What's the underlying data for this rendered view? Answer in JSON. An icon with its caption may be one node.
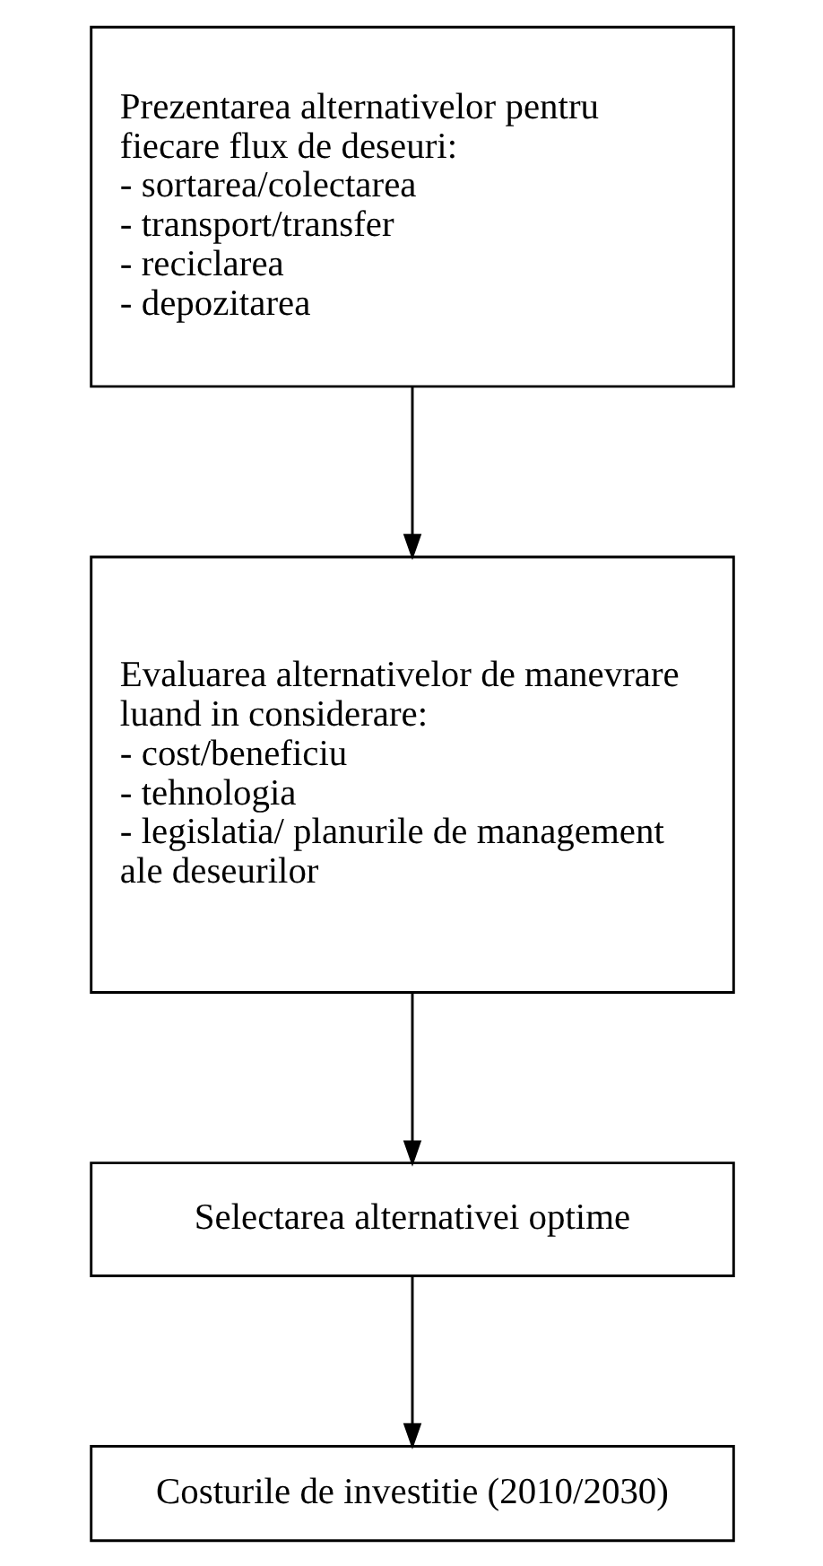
{
  "diagram": {
    "nodes": [
      {
        "text": [
          "Prezentarea alternativelor pentru fiecare flux de deseuri:",
          "- sortarea/colectarea",
          "- transport/transfer",
          "- reciclarea",
          "- depozitarea"
        ]
      },
      {
        "text": [
          "Evaluarea alternativelor de manevrare luand in considerare:",
          "- cost/beneficiu",
          "- tehnologia",
          "- legislatia/ planurile de management ale deseurilor"
        ]
      },
      {
        "text": [
          "Selectarea alternativei optime"
        ]
      },
      {
        "text": [
          "Costurile de investitie (2010/2030)"
        ]
      }
    ],
    "edges": [
      {
        "from": 0,
        "to": 1,
        "arrow": "to"
      },
      {
        "from": 1,
        "to": 2,
        "arrow": "to"
      },
      {
        "from": 2,
        "to": 3,
        "arrow": "to"
      }
    ]
  }
}
